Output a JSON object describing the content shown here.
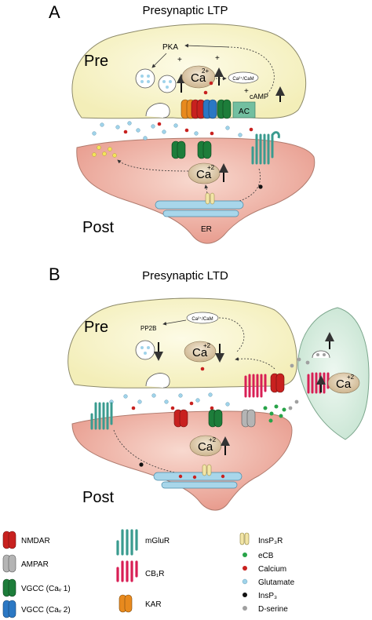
{
  "panel_a": {
    "letter": "A",
    "title": "Presynaptic LTP",
    "pre_label": "Pre",
    "post_label": "Post",
    "pka": "PKA",
    "ca_pre": "Ca",
    "ca_pre_sup": "2+",
    "ca_cam": "Ca²⁺/CaM",
    "camp": "cAMP",
    "ac": "AC",
    "ca_post": "Ca",
    "ca_post_sup": "+2",
    "er": "ER",
    "plus": "+"
  },
  "panel_b": {
    "letter": "B",
    "title": "Presynaptic LTD",
    "pre_label": "Pre",
    "post_label": "Post",
    "pp2b": "PP2B",
    "ca_cam": "Ca²⁺/CaM",
    "ca_pre": "Ca",
    "ca_pre_sup": "+2",
    "ca_post": "Ca",
    "ca_post_sup": "+2",
    "ca_astro": "Ca",
    "ca_astro_sup": "+2"
  },
  "legend": {
    "nmdar": "NMDAR",
    "ampar": "AMPAR",
    "vgcc1": "VGCC (Caᵥ 1)",
    "vgcc2": "VGCC (Caᵥ 2)",
    "mglur": "mGluR",
    "cb1r": "CB₁R",
    "kar": "KAR",
    "insp3r": "InsP₃R",
    "ecb": "eCB",
    "calcium": "Calcium",
    "glutamate": "Glutamate",
    "insp3": "InsP₃",
    "dserine": "D-serine"
  },
  "colors": {
    "pre_fill": "#fbf7d2",
    "post_fill": "#f2b3a6",
    "astro_fill": "#dcefe4",
    "nmdar": "#c8211f",
    "ampar": "#b4b4b4",
    "vgcc1": "#1d7d3a",
    "vgcc2": "#2b78c4",
    "mglur": "#3a9b8f",
    "cb1r": "#d81f55",
    "kar": "#e88a1e",
    "insp3r": "#f2e5a6",
    "ecb": "#27a348",
    "calcium": "#c8211f",
    "glutamate": "#9fd3ea",
    "insp3": "#111111",
    "dserine": "#a0a0a0"
  }
}
